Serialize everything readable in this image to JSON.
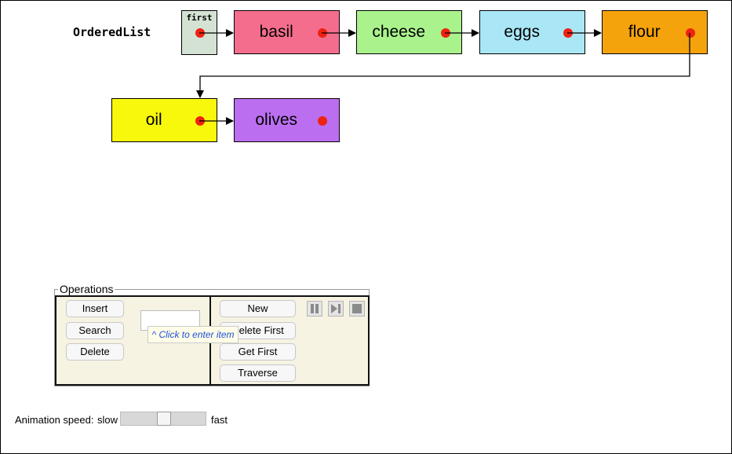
{
  "structure_title": "OrderedList",
  "first_label": "first",
  "nodes": [
    {
      "label": "basil",
      "color": "#f46d8d"
    },
    {
      "label": "cheese",
      "color": "#aaf28c"
    },
    {
      "label": "eggs",
      "color": "#aae7f6"
    },
    {
      "label": "flour",
      "color": "#f5a30c"
    },
    {
      "label": "oil",
      "color": "#f8f80d"
    },
    {
      "label": "olives",
      "color": "#bb6ff0"
    }
  ],
  "operations": {
    "legend": "Operations",
    "left_buttons": [
      "Insert",
      "Search",
      "Delete"
    ],
    "right_buttons": [
      "New",
      "Delete First",
      "Get First",
      "Traverse"
    ],
    "entry_value": "",
    "entry_hint": "^ Click to enter item",
    "controls": [
      "pause-icon",
      "step-icon",
      "stop-icon"
    ]
  },
  "animation": {
    "label": "Animation speed:",
    "slow_label": "slow",
    "fast_label": "fast",
    "speed_fraction": 0.5
  }
}
